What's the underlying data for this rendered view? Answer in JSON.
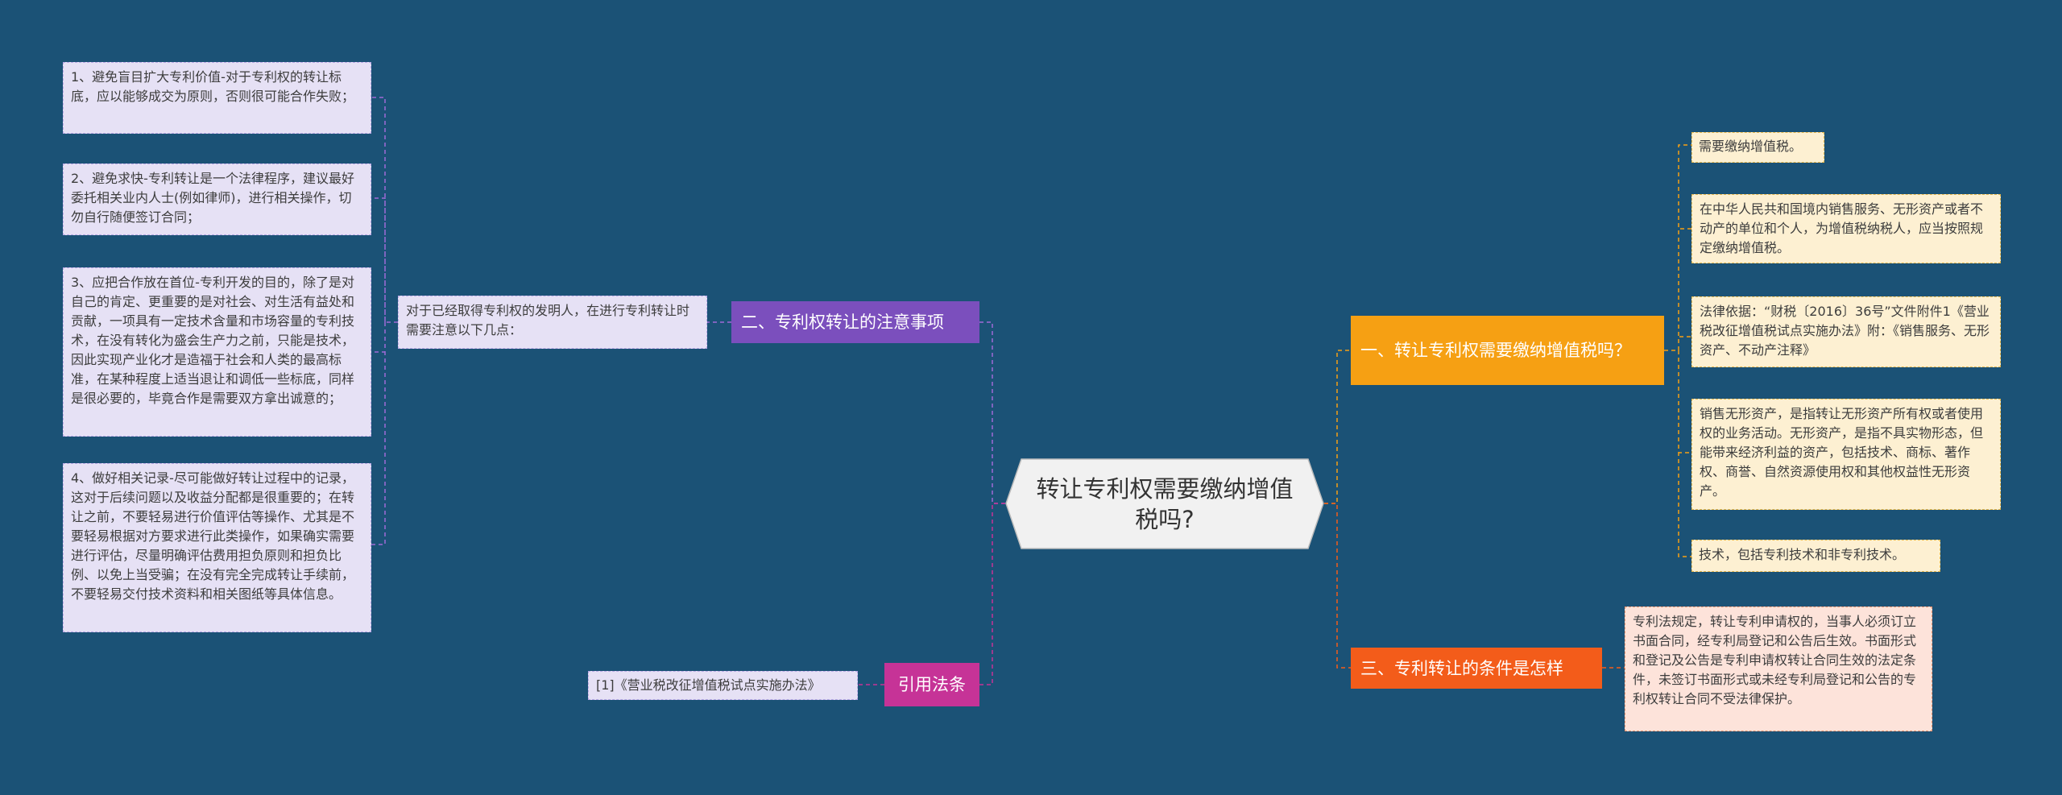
{
  "center": {
    "title": "转让专利权需要缴纳增值税吗?"
  },
  "branch_attention": {
    "label": "二、专利权转让的注意事项",
    "intro": "对于已经取得专利权的发明人，在进行专利转让时需要注意以下几点：",
    "items": [
      "1、避免盲目扩大专利价值-对于专利权的转让标底，应以能够成交为原则，否则很可能合作失败；",
      "2、避免求快-专利转让是一个法律程序，建议最好委托相关业内人士(例如律师)，进行相关操作，切勿自行随便签订合同；",
      "3、应把合作放在首位-专利开发的目的，除了是对自己的肯定、更重要的是对社会、对生活有益处和贡献，一项具有一定技术含量和市场容量的专利技术，在没有转化为盛会生产力之前，只能是技术，因此实现产业化才是造福于社会和人类的最高标准，在某种程度上适当退让和调低一些标底，同样是很必要的，毕竟合作是需要双方拿出诚意的；",
      "4、做好相关记录-尽可能做好转让过程中的记录，这对于后续问题以及收益分配都是很重要的；在转让之前，不要轻易进行价值评估等操作、尤其是不要轻易根据对方要求进行此类操作，如果确实需要进行评估，尽量明确评估费用担负原则和担负比例、以免上当受骗；在没有完全完成转让手续前，不要轻易交付技术资料和相关图纸等具体信息。"
    ]
  },
  "branch_law": {
    "label": "引用法条",
    "items": [
      "[1]《营业税改征增值税试点实施办法》"
    ]
  },
  "branch_vat": {
    "label": "一、转让专利权需要缴纳增值税吗？",
    "items": [
      "需要缴纳增值税。",
      "在中华人民共和国境内销售服务、无形资产或者不动产的单位和个人，为增值税纳税人，应当按照规定缴纳增值税。",
      "法律依据：“财税〔2016〕36号”文件附件1《营业税改征增值税试点实施办法》附：《销售服务、无形资产、不动产注释》",
      "销售无形资产，是指转让无形资产所有权或者使用权的业务活动。无形资产，是指不具实物形态，但能带来经济利益的资产，包括技术、商标、著作权、商誉、自然资源使用权和其他权益性无形资产。",
      "技术，包括专利技术和非专利技术。"
    ]
  },
  "branch_conditions": {
    "label": "三、专利转让的条件是怎样",
    "items": [
      "专利法规定，转让专利申请权的，当事人必须订立书面合同，经专利局登记和公告后生效。书面形式和登记及公告是专利申请权转让合同生效的法定条件，未签订书面形式或未经专利局登记和公告的专利权转让合同不受法律保护。"
    ]
  },
  "colors": {
    "background": "#1b5276",
    "purple": "#7b4fbd",
    "orange": "#f6a013",
    "red": "#f35c1a",
    "pink": "#c63397"
  }
}
